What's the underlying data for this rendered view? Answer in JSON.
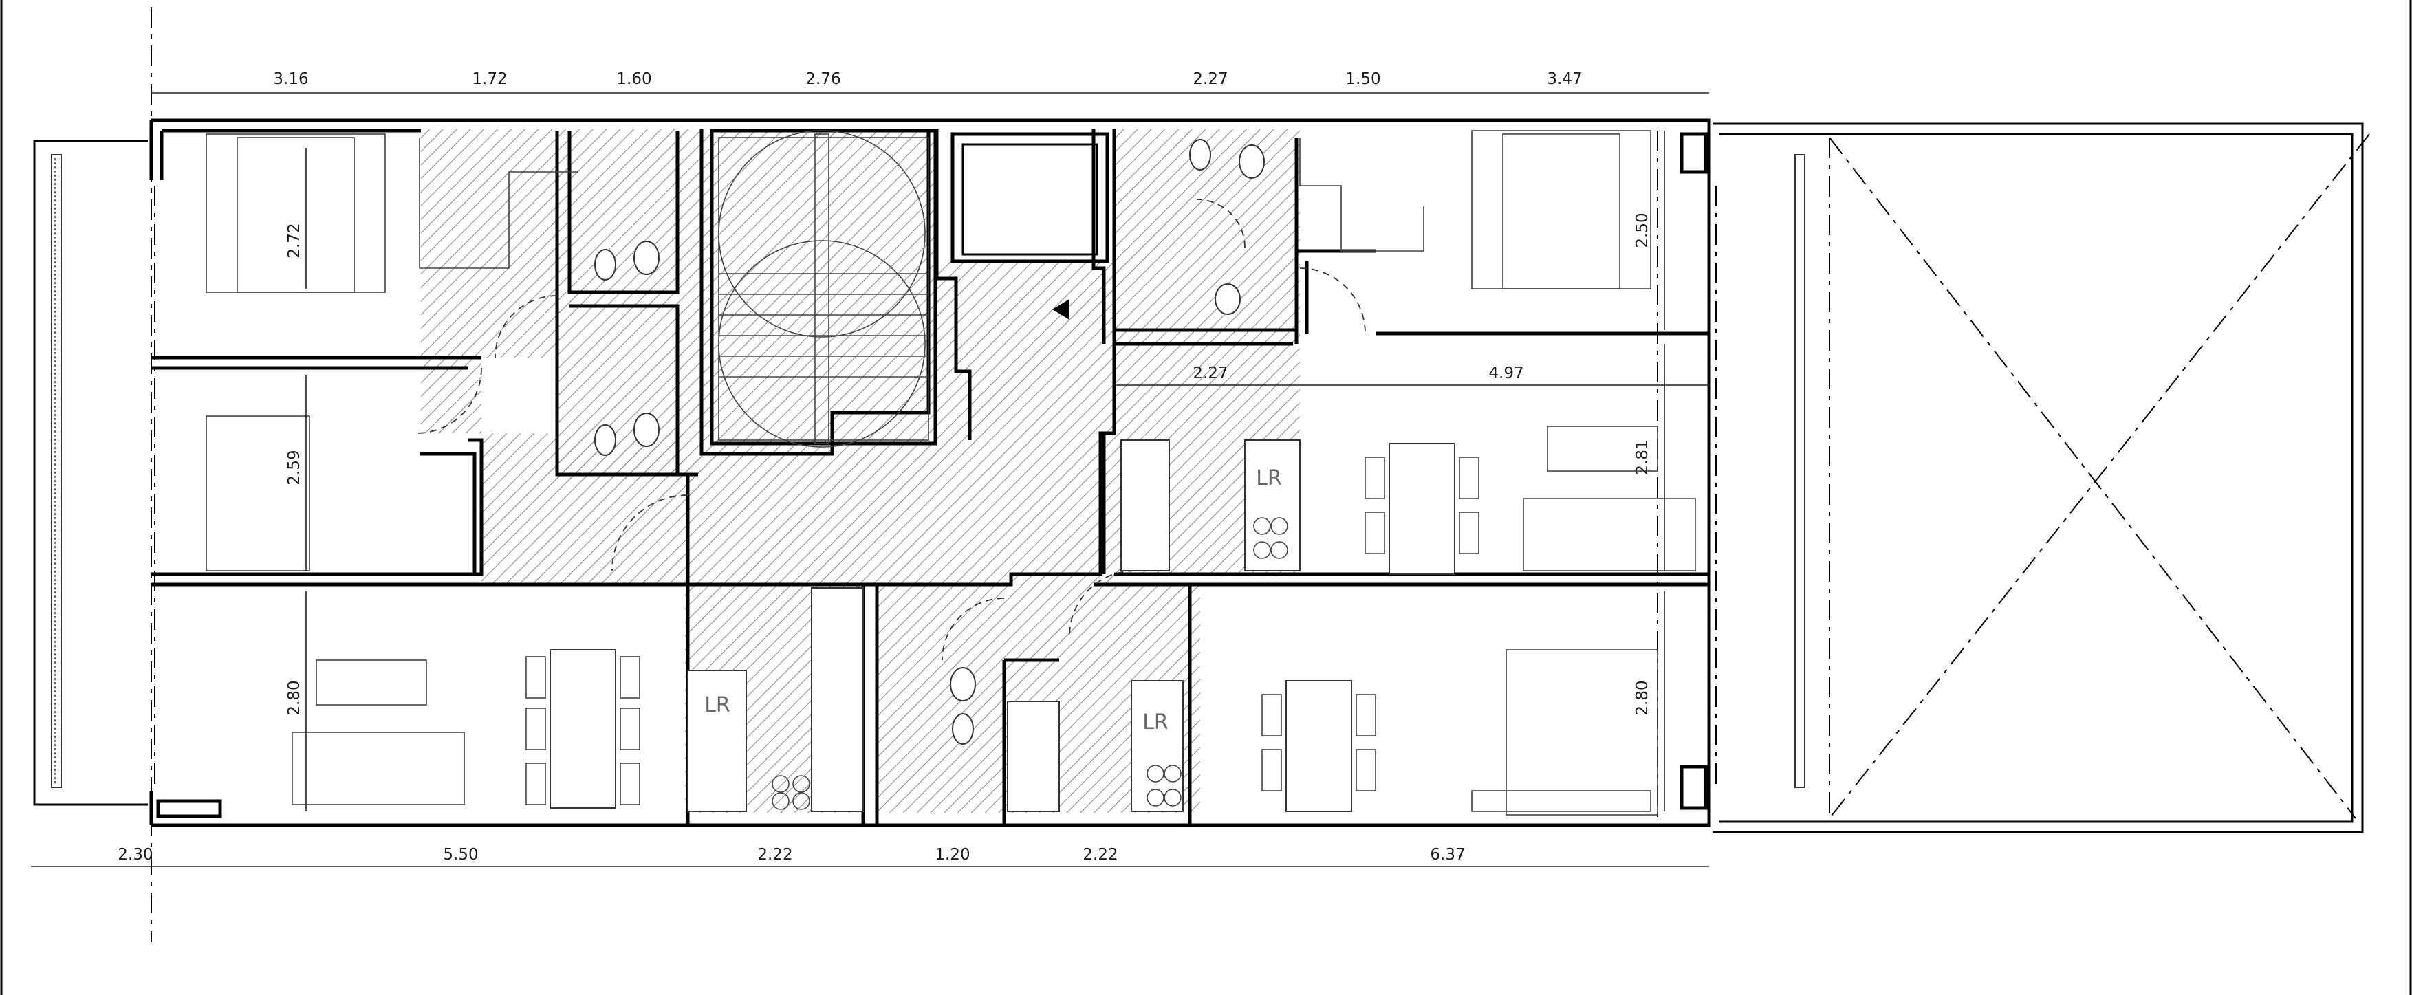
{
  "dimensions_top": [
    "3.16",
    "1.72",
    "1.60",
    "2.76",
    "2.27",
    "1.50",
    "3.47"
  ],
  "dimensions_bottom": [
    "2.30",
    "5.50",
    "2.22",
    "1.20",
    "2.22",
    "6.37"
  ],
  "dimensions_interior": [
    "2.72",
    "2.59",
    "2.80",
    "2.27",
    "4.97",
    "2.50",
    "2.81",
    "2.80"
  ],
  "room_labels": [
    "LR",
    "LR",
    "LR"
  ],
  "colors": {
    "line": "#000000",
    "hatch": "#8a8a8a",
    "background": "#ffffff"
  }
}
